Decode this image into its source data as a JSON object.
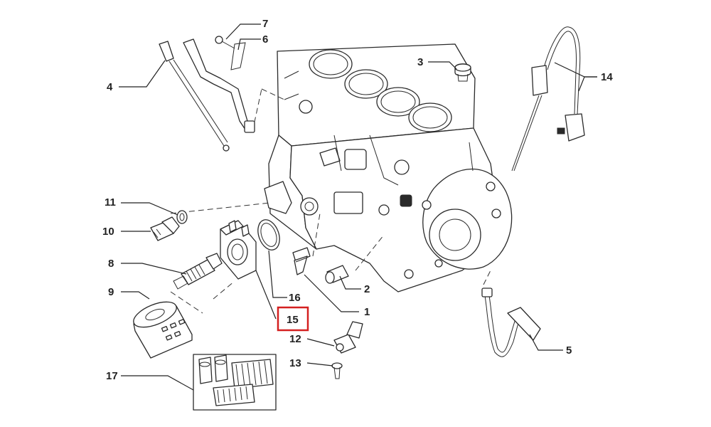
{
  "figure": {
    "highlight_color": "#d42020",
    "line_color": "#222222",
    "background": "#ffffff"
  },
  "callouts": [
    {
      "id": "c1",
      "label": "1"
    },
    {
      "id": "c2",
      "label": "2"
    },
    {
      "id": "c3",
      "label": "3"
    },
    {
      "id": "c4",
      "label": "4"
    },
    {
      "id": "c5",
      "label": "5"
    },
    {
      "id": "c6",
      "label": "6"
    },
    {
      "id": "c7",
      "label": "7"
    },
    {
      "id": "c8",
      "label": "8"
    },
    {
      "id": "c9",
      "label": "9"
    },
    {
      "id": "c10",
      "label": "10"
    },
    {
      "id": "c11",
      "label": "11"
    },
    {
      "id": "c12",
      "label": "12"
    },
    {
      "id": "c13",
      "label": "13"
    },
    {
      "id": "c14",
      "label": "14"
    },
    {
      "id": "c15",
      "label": "15",
      "highlighted": true
    },
    {
      "id": "c16",
      "label": "16"
    },
    {
      "id": "c17",
      "label": "17"
    }
  ]
}
